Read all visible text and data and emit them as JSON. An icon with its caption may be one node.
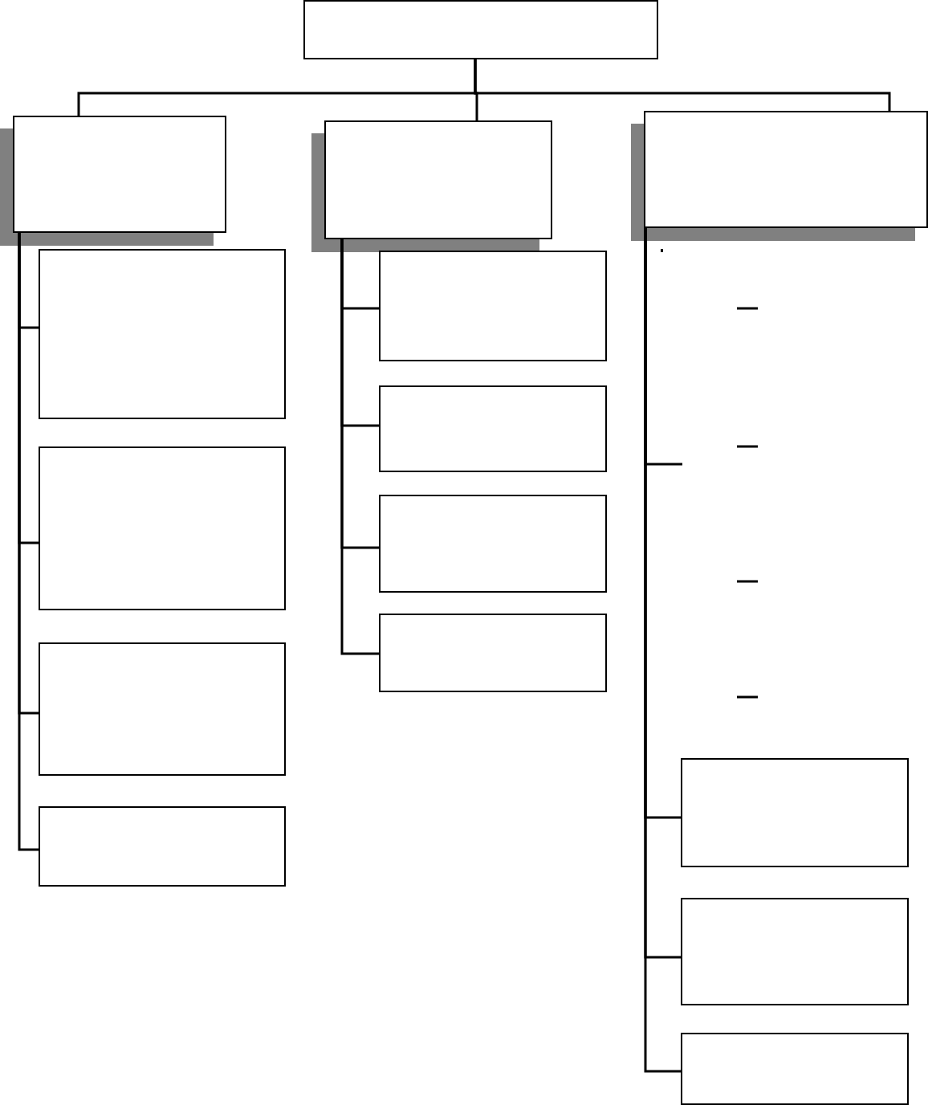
{
  "diagram": {
    "nodes": [
      {
        "text": [],
        "shape": "box"
      },
      {
        "text": [],
        "shape": "box"
      },
      {
        "text": [],
        "shape": "box"
      },
      {
        "text": [],
        "shape": "box"
      },
      {
        "text": [],
        "shape": "box"
      },
      {
        "text": [],
        "shape": "box"
      },
      {
        "text": [],
        "shape": "box"
      },
      {
        "text": [],
        "shape": "box"
      },
      {
        "text": [],
        "shape": "box"
      },
      {
        "text": [],
        "shape": "box"
      },
      {
        "text": [],
        "shape": "box"
      },
      {
        "text": [],
        "shape": "box"
      },
      {
        "text": [],
        "shape": "box"
      },
      {
        "text": [],
        "shape": "box"
      },
      {
        "text": [],
        "shape": "box"
      }
    ],
    "edges": [
      {
        "from": 0,
        "to": 1,
        "arrow": "none"
      },
      {
        "from": 0,
        "to": 2,
        "arrow": "none"
      },
      {
        "from": 0,
        "to": 3,
        "arrow": "none"
      },
      {
        "from": 1,
        "to": 4,
        "arrow": "none"
      },
      {
        "from": 1,
        "to": 5,
        "arrow": "none"
      },
      {
        "from": 1,
        "to": 6,
        "arrow": "none"
      },
      {
        "from": 1,
        "to": 7,
        "arrow": "none"
      },
      {
        "from": 2,
        "to": 8,
        "arrow": "none"
      },
      {
        "from": 2,
        "to": 9,
        "arrow": "none"
      },
      {
        "from": 2,
        "to": 10,
        "arrow": "none"
      },
      {
        "from": 2,
        "to": 11,
        "arrow": "none"
      },
      {
        "from": 3,
        "to": null,
        "arrow": "none"
      },
      {
        "from": 3,
        "to": 12,
        "arrow": "none"
      },
      {
        "from": 3,
        "to": 13,
        "arrow": "none"
      },
      {
        "from": 3,
        "to": 14,
        "arrow": "none"
      }
    ]
  }
}
